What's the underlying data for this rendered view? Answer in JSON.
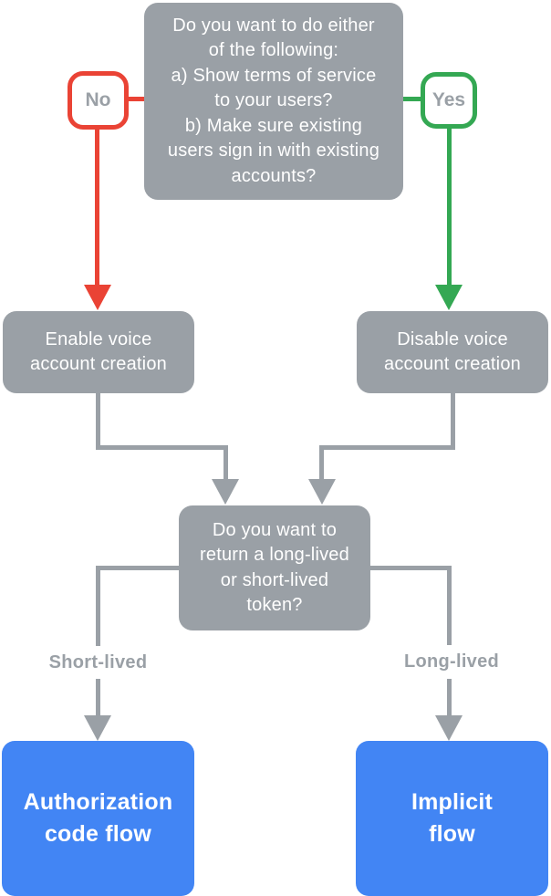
{
  "diagram": {
    "top_question": "Do you want to do either\nof the following:\na) Show terms of service\nto your users?\nb) Make sure existing\nusers sign in with existing\naccounts?",
    "no_label": "No",
    "yes_label": "Yes",
    "enable_node": "Enable voice\naccount creation",
    "disable_node": "Disable voice\naccount creation",
    "token_question": "Do you want to\nreturn a long-lived\nor short-lived\ntoken?",
    "short_lived_label": "Short-lived",
    "long_lived_label": "Long-lived",
    "auth_code_node": "Authorization\ncode flow",
    "implicit_node": "Implicit\nflow"
  },
  "colors": {
    "node-gray": "#9AA0A6",
    "no-red": "#EA4335",
    "yes-green": "#34A853",
    "result-blue": "#4285F4",
    "label-gray": "#9AA0A6",
    "text-white": "#FFFFFF",
    "background": "#FFFFFF"
  }
}
